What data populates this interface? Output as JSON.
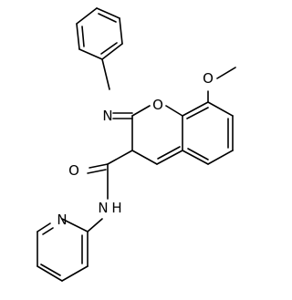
{
  "molecule": {
    "atoms": {
      "methoxy_oxygen": "O",
      "ring_oxygen": "O",
      "imine_nitrogen": "N",
      "carbonyl_oxygen": "O",
      "amide_nitrogen": "N",
      "amide_hydrogen": "H",
      "pyridine_nitrogen": "N"
    }
  },
  "colors": {
    "bond": "#000000",
    "label": "#000000",
    "background": "#ffffff"
  }
}
